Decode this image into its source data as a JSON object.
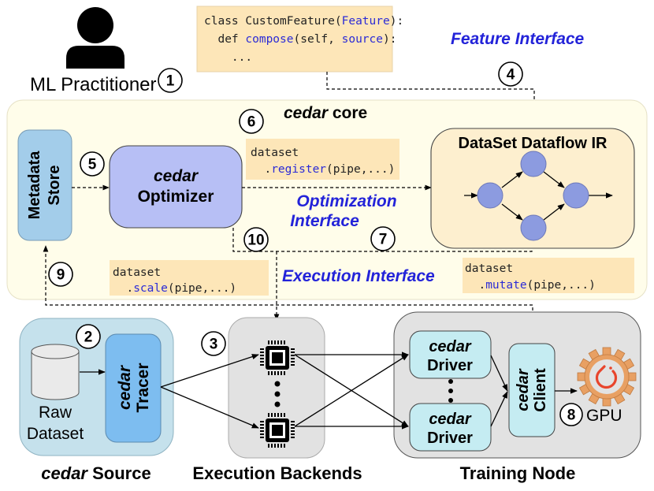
{
  "practitioner": {
    "label": "ML Practitioner",
    "icon": "person-icon"
  },
  "feature_code": {
    "line1_prefix": "class CustomFeature(",
    "line1_kw": "Feature",
    "line1_suffix": "):",
    "line2_prefix": "  def ",
    "line2_kw": "compose",
    "line2_mid": "(self, ",
    "line2_kw2": "source",
    "line2_suffix": "):",
    "line3": "    ..."
  },
  "interfaces": {
    "feature": "Feature Interface",
    "optimization_line1": "Optimization",
    "optimization_line2": "Interface",
    "execution": "Execution Interface"
  },
  "core": {
    "title_italic": "cedar",
    "title_rest": " core",
    "metadata_line1": "Metadata",
    "metadata_line2": "Store",
    "optimizer_line1": "cedar",
    "optimizer_line2": "Optimizer",
    "ir_title": "DataSet Dataflow IR"
  },
  "code_snippets": {
    "register": {
      "line1": "dataset",
      "line2_prefix": "  .",
      "line2_kw": "register",
      "line2_suffix": "(pipe,...)"
    },
    "scale": {
      "line1": "dataset",
      "line2_prefix": "  .",
      "line2_kw": "scale",
      "line2_suffix": "(pipe,...)"
    },
    "mutate": {
      "line1": "dataset",
      "line2_prefix": "  .",
      "line2_kw": "mutate",
      "line2_suffix": "(pipe,...)"
    }
  },
  "source": {
    "raw_line1": "Raw",
    "raw_line2": "Dataset",
    "tracer_line1": "cedar",
    "tracer_line2": "Tracer",
    "caption_italic": "cedar",
    "caption_rest": " Source"
  },
  "backends": {
    "caption": "Execution Backends",
    "icon": "cpu-chip-icon"
  },
  "training": {
    "driver_line1": "cedar",
    "driver_line2": "Driver",
    "client_line1": "cedar",
    "client_line2": "Client",
    "gpu_label": "GPU",
    "caption": "Training Node"
  },
  "steps": [
    "1",
    "2",
    "3",
    "4",
    "5",
    "6",
    "7",
    "8",
    "9",
    "10"
  ],
  "colors": {
    "core_bg": "#fffdea",
    "code_bg": "#fde6b8",
    "optimizer": "#b7bff5",
    "metadata": "#a3cdea",
    "ir_bg": "#fdefcf",
    "ir_node": "#8c9be0",
    "source_bg": "#c5e1ec",
    "tracer": "#7dbdf0",
    "gray_bg": "#e2e2e2",
    "driver": "#c5ecf2",
    "gear": "#e8a063",
    "torch": "#e8452c",
    "interface_text": "#2323d9"
  }
}
